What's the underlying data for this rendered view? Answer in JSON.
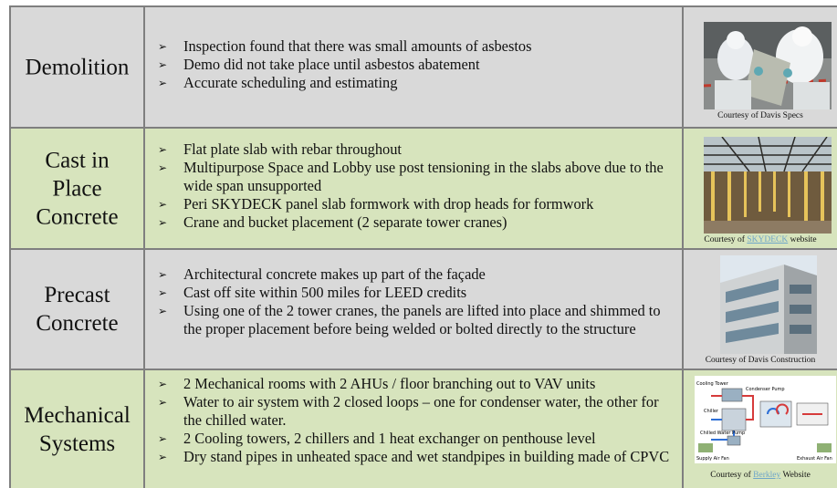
{
  "rows": [
    {
      "category": "Demolition",
      "bullets": [
        "Inspection found that there was small amounts of asbestos",
        "Demo did not take place until asbestos abatement",
        "Accurate scheduling and estimating"
      ],
      "caption": {
        "prefix": "Courtesy of Davis Specs",
        "link": "",
        "suffix": ""
      },
      "icon": "asbestos-abatement-photo"
    },
    {
      "category": "Cast in Place Concrete",
      "category_lines": [
        "Cast in",
        "Place",
        "Concrete"
      ],
      "bullets": [
        "Flat plate slab with rebar throughout",
        "Multipurpose Space and Lobby use post tensioning in the slabs above due to the wide span unsupported",
        "Peri SKYDECK panel slab formwork with drop heads for formwork",
        "Crane and bucket placement  (2 separate tower cranes)"
      ],
      "caption": {
        "prefix": "Courtesy of ",
        "link": "SKYDECK",
        "suffix": " website"
      },
      "icon": "slab-formwork-photo"
    },
    {
      "category": "Precast Concrete",
      "category_lines": [
        "Precast",
        "Concrete"
      ],
      "bullets": [
        "Architectural concrete makes up part of the façade",
        "Cast off site within 500 miles for LEED credits",
        "Using one of the 2 tower cranes, the panels are lifted into place and shimmed to the proper placement before being welded or bolted directly to the structure"
      ],
      "caption": {
        "prefix": "Courtesy of Davis Construction",
        "link": "",
        "suffix": ""
      },
      "icon": "precast-building-photo"
    },
    {
      "category": "Mechanical Systems",
      "category_lines": [
        "Mechanical",
        "Systems"
      ],
      "bullets": [
        "2 Mechanical rooms with 2 AHUs / floor branching out to VAV units",
        "Water to air system with 2 closed loops – one for condenser water, the other for the chilled water.",
        "2 Cooling towers, 2 chillers and 1 heat exchanger on penthouse level",
        "Dry stand pipes in unheated space and wet standpipes in building made of CPVC"
      ],
      "caption": {
        "prefix": "Courtesy of ",
        "link": "Berkley",
        "suffix": " Website"
      },
      "diagram_labels": [
        "Cooling Tower",
        "Condenser Pump",
        "Chiller",
        "Chilled Water Pump",
        "Supply Air Fan",
        "Exhaust Air Fan"
      ],
      "icon": "hvac-diagram"
    }
  ],
  "colors": {
    "gray_row": "#d9d9d9",
    "green_row": "#d7e4bd",
    "border": "#7f7f7f",
    "link": "#6fa6c8"
  }
}
